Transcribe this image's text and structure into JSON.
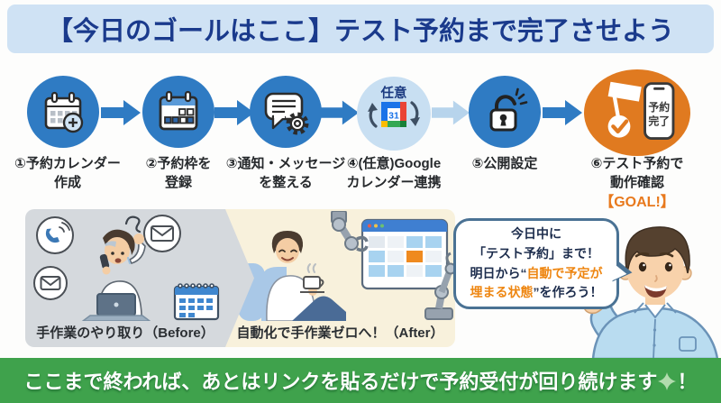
{
  "header": {
    "title": "【今日のゴールはここ】テスト予約まで完了させよう"
  },
  "steps": [
    {
      "icon": "calendar-plus-icon",
      "lines": [
        "①予約カレンダー",
        "作成"
      ]
    },
    {
      "icon": "calendar-register-icon",
      "lines": [
        "②予約枠を",
        "登録"
      ]
    },
    {
      "icon": "message-gear-icon",
      "lines": [
        "③通知・メッセージ",
        "を整える"
      ]
    },
    {
      "icon": "google-calendar-sync-icon",
      "badge": "任意",
      "calendar_day": "31",
      "lines": [
        "④(任意)Google",
        "カレンダー連携"
      ]
    },
    {
      "icon": "unlock-icon",
      "lines": [
        "⑤公開設定"
      ]
    },
    {
      "icon": "goal-flag-phone-icon",
      "phone_label": [
        "予約",
        "完了"
      ],
      "lines": [
        "⑥テスト予約で",
        "動作確認"
      ],
      "goal_label": "【GOAL!】"
    }
  ],
  "before_after": {
    "before_caption": "手作業のやり取り（Before）",
    "after_caption": "自動化で手作業ゼロへ！（After）"
  },
  "speech_bubble": {
    "line1": "今日中に",
    "line2": "「テスト予約」まで！",
    "line3_normal": "明日から“",
    "line3_highlight": "自動で予定が",
    "line4_highlight": "埋まる状態",
    "line4_normal": "”を作ろう！"
  },
  "footer": {
    "message": "ここまで終われば、あとはリンクを貼るだけで予約受付が回り続けます",
    "exclamation": "！"
  },
  "colors": {
    "step_blue": "#2f7bc3",
    "step_light_blue": "#c8dff2",
    "goal_orange": "#e07a20",
    "header_bg": "#cfe2f4",
    "header_text": "#1a3a8c",
    "footer_green": "#3fa24c",
    "highlight_orange": "#ee8611",
    "arrow_light_blue": "#b7d4ec"
  }
}
